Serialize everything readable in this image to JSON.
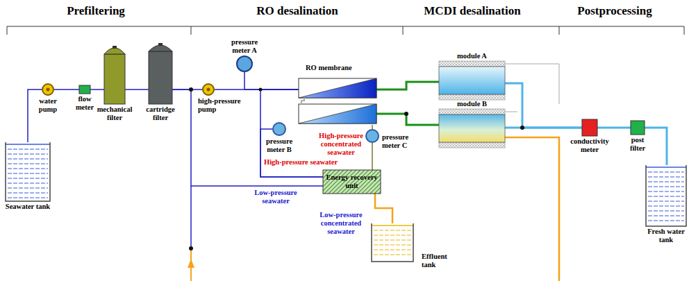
{
  "diagram": {
    "nodes": [
      {
        "text": [
          "Seawater tank"
        ]
      },
      {
        "text": [
          "water pump"
        ]
      },
      {
        "text": [
          "flow meter"
        ]
      },
      {
        "text": [
          "mechanical filter"
        ]
      },
      {
        "text": [
          "cartridge filter"
        ]
      },
      {
        "text": [
          "high-pressure pump"
        ]
      },
      {
        "text": [
          "pressure meter A"
        ]
      },
      {
        "text": [
          "RO membrane"
        ]
      },
      {
        "text": [
          "pressure meter B"
        ]
      },
      {
        "text": [
          "pressure meter C"
        ]
      },
      {
        "text": [
          "Energy recovery unit"
        ]
      },
      {
        "text": [
          "Effluent tank"
        ]
      },
      {
        "text": [
          "module A"
        ]
      },
      {
        "text": [
          "module B"
        ]
      },
      {
        "text": [
          "conductivity meter"
        ]
      },
      {
        "text": [
          "post filter"
        ]
      },
      {
        "text": [
          "Fresh water tank"
        ]
      }
    ],
    "edges": [
      {
        "from": 0,
        "to": 1,
        "arrow": "none"
      },
      {
        "from": 1,
        "to": 2,
        "arrow": "none"
      },
      {
        "from": 2,
        "to": 3,
        "arrow": "none"
      },
      {
        "from": 3,
        "to": 4,
        "arrow": "none"
      },
      {
        "from": 4,
        "to": 5,
        "arrow": "none"
      },
      {
        "from": 5,
        "to": 7,
        "arrow": "none"
      },
      {
        "from": 6,
        "to": 7,
        "arrow": "none"
      },
      {
        "from": 8,
        "to": 10,
        "arrow": "none"
      },
      {
        "from": 10,
        "to": 7,
        "arrow": "none"
      },
      {
        "from": 7,
        "to": 9,
        "arrow": "none"
      },
      {
        "from": 9,
        "to": 10,
        "arrow": "none"
      },
      {
        "from": 4,
        "to": 10,
        "arrow": "none"
      },
      {
        "from": 10,
        "to": 11,
        "arrow": "none"
      },
      {
        "from": 7,
        "to": 12,
        "arrow": "none"
      },
      {
        "from": 7,
        "to": 13,
        "arrow": "none"
      },
      {
        "from": 12,
        "to": 14,
        "arrow": "none"
      },
      {
        "from": 13,
        "to": 14,
        "arrow": "none"
      },
      {
        "from": 14,
        "to": 15,
        "arrow": "none"
      },
      {
        "from": 15,
        "to": 16,
        "arrow": "none"
      }
    ],
    "labels": [
      "Prefiltering",
      "RO desalination",
      "MCDI desalination",
      "Postprocessing",
      "High-pressure concentrated seawater",
      "High-pressure seawater",
      "Low-pressure seawater",
      "Low-pressure concentrated seawater"
    ]
  }
}
